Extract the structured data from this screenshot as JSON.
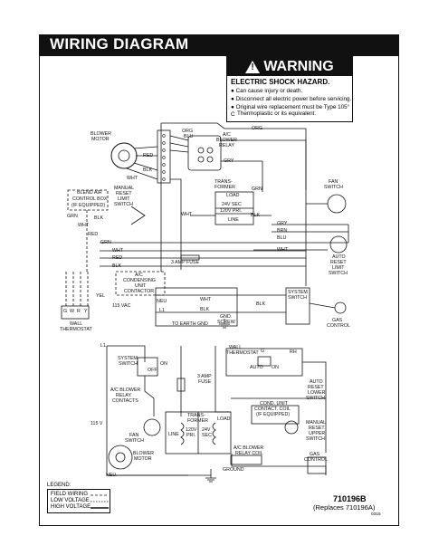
{
  "title": "WIRING DIAGRAM",
  "warning": {
    "heading": "WARNING",
    "hazard": "ELECTRIC SHOCK HAZARD.",
    "bullets": [
      "Can cause injury or death.",
      "Disconnect all electric power before servicing.",
      "Original wire replacement must be Type 105° C",
      "Thermoplastic or its equivalent."
    ]
  },
  "labels": {
    "blower_motor": "BLOWER",
    "blower_motor2": "MOTOR",
    "ac_blower_relay_1": "A/C",
    "ac_blower_relay_2": "BLOWER",
    "ac_blower_relay_3": "RELAY",
    "org": "ORG",
    "blu": "BLU",
    "red": "RED",
    "blk": "BLK",
    "wht": "WHT",
    "gry": "GRY",
    "brn": "BRN",
    "grn": "GRN",
    "yel": "YEL",
    "fan_switch_1": "FAN",
    "fan_switch_2": "SWITCH",
    "manual_reset_1": "MANUAL",
    "manual_reset_2": "RESET",
    "manual_reset_3": "LIMIT",
    "manual_reset_4": "SWITCH",
    "blend_air_1": "BLEND AIR",
    "blend_air_2": "CONTROL BOX",
    "blend_air_3": "(IF EQUIPPED)",
    "transformer_1": "TRANS-",
    "transformer_2": "FORMER",
    "load": "LOAD",
    "sec24": "24V SEC",
    "pri120": "120V PRI.",
    "line": "LINE",
    "auto_reset_1": "AUTO",
    "auto_reset_2": "RESET",
    "auto_reset_3": "LIMIT",
    "auto_reset_4": "SWITCH",
    "fuse3a": "3 AMP FUSE",
    "cond_1": "A/C",
    "cond_2": "CONDENSING",
    "cond_3": "UNIT",
    "cond_4": "CONTACTOR",
    "vac115": "115 VAC",
    "neu": "NEU",
    "l1": "L1",
    "system_switch_1": "SYSTEM",
    "system_switch_2": "SWITCH",
    "gas_control_1": "GAS",
    "gas_control_2": "CONTROL",
    "gnd_screw_1": "GND.",
    "gnd_screw_2": "SCREW",
    "to_earth": "TO EARTH GND",
    "wall_thermo_1": "WALL",
    "wall_thermo_2": "THERMOSTAT",
    "term_g": "G",
    "term_w": "W",
    "term_r": "R",
    "term_y": "Y",
    "sch_l1": "L1",
    "sch_system_1": "SYSTEM",
    "sch_system_2": "SWITCH",
    "sch_on": "ON",
    "sch_off": "OFF",
    "sch_acbr_1": "A/C BLOWER",
    "sch_acbr_2": "RELAY",
    "sch_acbr_3": "CONTACTS",
    "sch_fuse_1": "3 AMP",
    "sch_fuse_2": "FUSE",
    "sch_wall_1": "WALL",
    "sch_wall_2": "THERMOSTAT",
    "sch_g": "G",
    "sch_rh": "RH",
    "sch_auto": "AUTO",
    "sch_on2": "ON",
    "sch_115v": "115 V",
    "sch_fan_1": "FAN",
    "sch_fan_2": "SWITCH",
    "sch_trans_1": "TRANS-",
    "sch_trans_2": "FORMER",
    "sch_line": "LINE",
    "sch_120": "120V",
    "sch_pri": "PRI.",
    "sch_24": "24V",
    "sch_sec": "SEC",
    "sch_load": "LOAD",
    "sch_cond_1": "COND. UNIT",
    "sch_cond_2": "CONTACT. COIL",
    "sch_cond_3": "(IF EQUIPPED)",
    "sch_auto_1": "AUTO",
    "sch_auto_2": "RESET",
    "sch_auto_3": "LOWER",
    "sch_auto_4": "SWITCH",
    "sch_man_1": "MANUAL",
    "sch_man_2": "RESET",
    "sch_man_3": "UPPER",
    "sch_man_4": "SWITCH",
    "sch_blower_1": "BLOWER",
    "sch_blower_2": "MOTOR",
    "sch_acbrc_1": "A/C BLOWER",
    "sch_acbrc_2": "RELAY COIL",
    "sch_gas_1": "GAS",
    "sch_gas_2": "CONTROL",
    "sch_ground": "GROUND",
    "sch_neu": "NEU."
  },
  "legend": {
    "title": "LEGEND:",
    "field": "FIELD WIRING",
    "low": "LOW VOLTAGE",
    "high": "HIGH VOLTAGE"
  },
  "model": "710196B",
  "replaces": "(Replaces 710196A)",
  "code": "0315"
}
